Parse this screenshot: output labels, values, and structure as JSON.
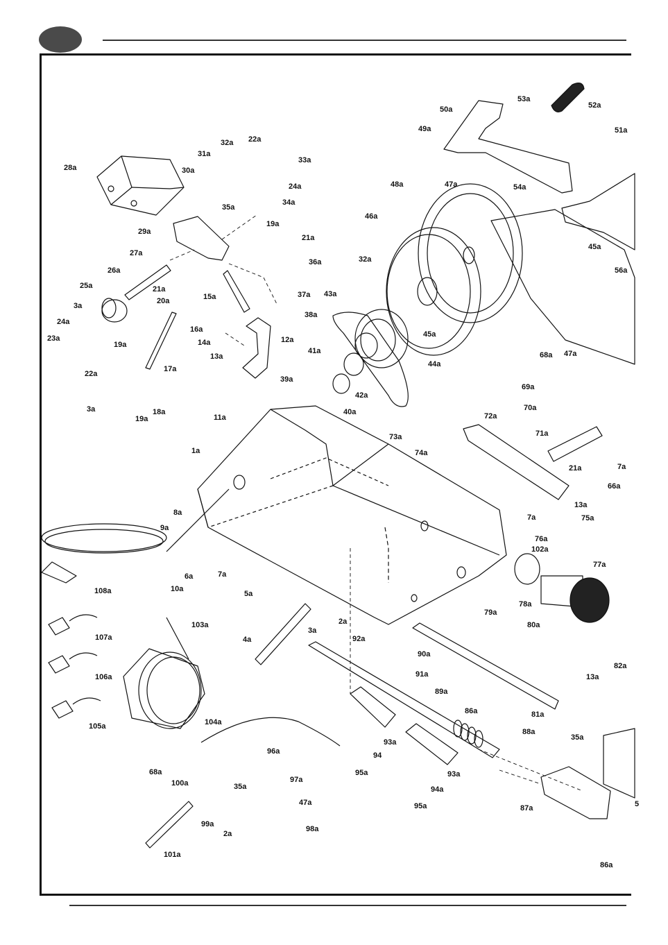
{
  "diagram": {
    "parts": [
      {
        "id": "p1",
        "label": "1a"
      },
      {
        "id": "p2",
        "label": "2a"
      },
      {
        "id": "p2b",
        "label": "2a"
      },
      {
        "id": "p3",
        "label": "3a"
      },
      {
        "id": "p3b",
        "label": "3a"
      },
      {
        "id": "p3c",
        "label": "3a"
      },
      {
        "id": "p4",
        "label": "4a"
      },
      {
        "id": "p5",
        "label": "5a"
      },
      {
        "id": "p6",
        "label": "6a"
      },
      {
        "id": "p7",
        "label": "7a"
      },
      {
        "id": "p7b",
        "label": "7a"
      },
      {
        "id": "p7c",
        "label": "7a"
      },
      {
        "id": "p8",
        "label": "8a"
      },
      {
        "id": "p9",
        "label": "9a"
      },
      {
        "id": "p10",
        "label": "10a"
      },
      {
        "id": "p11",
        "label": "11a"
      },
      {
        "id": "p12",
        "label": "12a"
      },
      {
        "id": "p13",
        "label": "13a"
      },
      {
        "id": "p13b",
        "label": "13a"
      },
      {
        "id": "p13c",
        "label": "13a"
      },
      {
        "id": "p14",
        "label": "14a"
      },
      {
        "id": "p15",
        "label": "15a"
      },
      {
        "id": "p16",
        "label": "16a"
      },
      {
        "id": "p17",
        "label": "17a"
      },
      {
        "id": "p18",
        "label": "18a"
      },
      {
        "id": "p19",
        "label": "19a"
      },
      {
        "id": "p19b",
        "label": "19a"
      },
      {
        "id": "p19c",
        "label": "19a"
      },
      {
        "id": "p20",
        "label": "20a"
      },
      {
        "id": "p21",
        "label": "21a"
      },
      {
        "id": "p21b",
        "label": "21a"
      },
      {
        "id": "p21c",
        "label": "21a"
      },
      {
        "id": "p22",
        "label": "22a"
      },
      {
        "id": "p22b",
        "label": "22a"
      },
      {
        "id": "p23",
        "label": "23a"
      },
      {
        "id": "p24",
        "label": "24a"
      },
      {
        "id": "p24b",
        "label": "24a"
      },
      {
        "id": "p25",
        "label": "25a"
      },
      {
        "id": "p26",
        "label": "26a"
      },
      {
        "id": "p27",
        "label": "27a"
      },
      {
        "id": "p28",
        "label": "28a"
      },
      {
        "id": "p29",
        "label": "29a"
      },
      {
        "id": "p30",
        "label": "30a"
      },
      {
        "id": "p31",
        "label": "31a"
      },
      {
        "id": "p32",
        "label": "32a"
      },
      {
        "id": "p32b",
        "label": "32a"
      },
      {
        "id": "p33",
        "label": "33a"
      },
      {
        "id": "p34",
        "label": "34a"
      },
      {
        "id": "p35",
        "label": "35a"
      },
      {
        "id": "p35b",
        "label": "35a"
      },
      {
        "id": "p35c",
        "label": "35a"
      },
      {
        "id": "p36",
        "label": "36a"
      },
      {
        "id": "p37",
        "label": "37a"
      },
      {
        "id": "p38",
        "label": "38a"
      },
      {
        "id": "p39",
        "label": "39a"
      },
      {
        "id": "p40",
        "label": "40a"
      },
      {
        "id": "p41",
        "label": "41a"
      },
      {
        "id": "p42",
        "label": "42a"
      },
      {
        "id": "p43",
        "label": "43a"
      },
      {
        "id": "p44",
        "label": "44a"
      },
      {
        "id": "p45",
        "label": "45a"
      },
      {
        "id": "p45b",
        "label": "45a"
      },
      {
        "id": "p46",
        "label": "46a"
      },
      {
        "id": "p47",
        "label": "47a"
      },
      {
        "id": "p47b",
        "label": "47a"
      },
      {
        "id": "p47c",
        "label": "47a"
      },
      {
        "id": "p48",
        "label": "48a"
      },
      {
        "id": "p49",
        "label": "49a"
      },
      {
        "id": "p50",
        "label": "50a"
      },
      {
        "id": "p51",
        "label": "51a"
      },
      {
        "id": "p52",
        "label": "52a"
      },
      {
        "id": "p53",
        "label": "53a"
      },
      {
        "id": "p54",
        "label": "54a"
      },
      {
        "id": "p56",
        "label": "56a"
      },
      {
        "id": "p66",
        "label": "66a"
      },
      {
        "id": "p68",
        "label": "68a"
      },
      {
        "id": "p68b",
        "label": "68a"
      },
      {
        "id": "p69",
        "label": "69a"
      },
      {
        "id": "p70",
        "label": "70a"
      },
      {
        "id": "p71",
        "label": "71a"
      },
      {
        "id": "p72",
        "label": "72a"
      },
      {
        "id": "p73",
        "label": "73a"
      },
      {
        "id": "p74",
        "label": "74a"
      },
      {
        "id": "p75",
        "label": "75a"
      },
      {
        "id": "p76",
        "label": "76a"
      },
      {
        "id": "p77",
        "label": "77a"
      },
      {
        "id": "p78",
        "label": "78a"
      },
      {
        "id": "p79",
        "label": "79a"
      },
      {
        "id": "p80",
        "label": "80a"
      },
      {
        "id": "p81",
        "label": "81a"
      },
      {
        "id": "p82",
        "label": "82a"
      },
      {
        "id": "p86",
        "label": "86a"
      },
      {
        "id": "p86b",
        "label": "86a"
      },
      {
        "id": "p87",
        "label": "87a"
      },
      {
        "id": "p88",
        "label": "88a"
      },
      {
        "id": "p89",
        "label": "89a"
      },
      {
        "id": "p90",
        "label": "90a"
      },
      {
        "id": "p91",
        "label": "91a"
      },
      {
        "id": "p92",
        "label": "92a"
      },
      {
        "id": "p93",
        "label": "93a"
      },
      {
        "id": "p93b",
        "label": "93a"
      },
      {
        "id": "p94",
        "label": "94"
      },
      {
        "id": "p94b",
        "label": "94a"
      },
      {
        "id": "p95",
        "label": "95a"
      },
      {
        "id": "p95b",
        "label": "95a"
      },
      {
        "id": "p96",
        "label": "96a"
      },
      {
        "id": "p97",
        "label": "97a"
      },
      {
        "id": "p98",
        "label": "98a"
      },
      {
        "id": "p99",
        "label": "99a"
      },
      {
        "id": "p100",
        "label": "100a"
      },
      {
        "id": "p101",
        "label": "101a"
      },
      {
        "id": "p102",
        "label": "102a"
      },
      {
        "id": "p103",
        "label": "103a"
      },
      {
        "id": "p104",
        "label": "104a"
      },
      {
        "id": "p105",
        "label": "105a"
      },
      {
        "id": "p106",
        "label": "106a"
      },
      {
        "id": "p107",
        "label": "107a"
      },
      {
        "id": "p108",
        "label": "108a"
      },
      {
        "id": "p5edge",
        "label": "5"
      }
    ]
  }
}
